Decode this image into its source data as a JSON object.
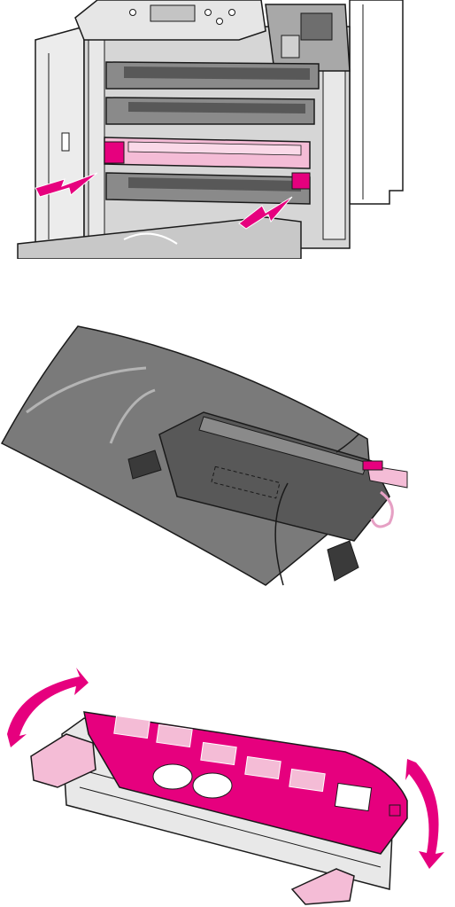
{
  "steps": [
    {
      "id": 1,
      "depiction": "open-printer-removing-magenta-cartridge"
    },
    {
      "id": 2,
      "depiction": "cartridge-inside-protective-bag"
    },
    {
      "id": 3,
      "depiction": "cartridge-with-magenta-shipping-lock-rocking"
    }
  ],
  "colors": {
    "outline": "#1a1a1a",
    "cartridge_dark": "#585858",
    "cartridge_mid": "#8a8a8a",
    "cartridge_light": "#c4c4c4",
    "printer_body": "#e2e2e2",
    "bag": "#7a7a7a",
    "bag_highlight": "#b4b4b4",
    "magenta": "#e6007e",
    "pink": "#f4bcd6",
    "pink_light": "#fad9e8",
    "white": "#ffffff"
  },
  "icons": [
    "arrow-pull-left-icon",
    "arrow-pull-right-icon",
    "rotate-arrow-left-icon",
    "rotate-arrow-right-icon"
  ]
}
